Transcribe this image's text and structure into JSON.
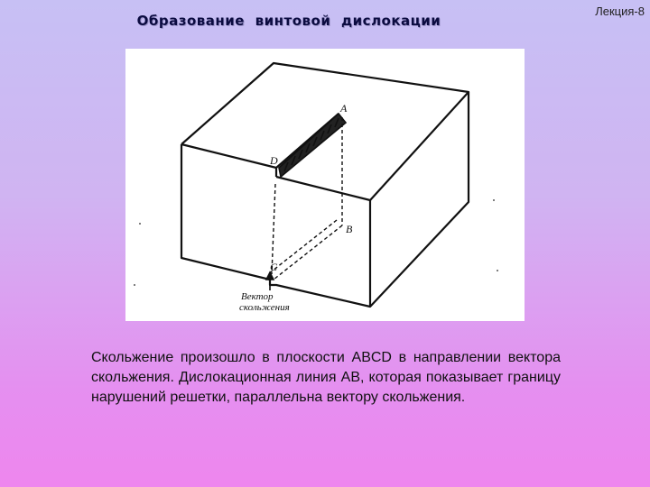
{
  "header": {
    "title": "Образование винтовой дислокации",
    "lecture_label": "Лекция-8"
  },
  "figure": {
    "label_A": "A",
    "label_B": "B",
    "label_C": "C",
    "label_D": "D",
    "vector_label_line1": "Вектор",
    "vector_label_line2": "скольжения"
  },
  "caption": {
    "text": "Скольжение произошло в плоскости ABCD в направлении вектора скольжения. Дислокационная линия AB, которая показывает границу нарушений решетки, параллельна вектору скольжения."
  }
}
